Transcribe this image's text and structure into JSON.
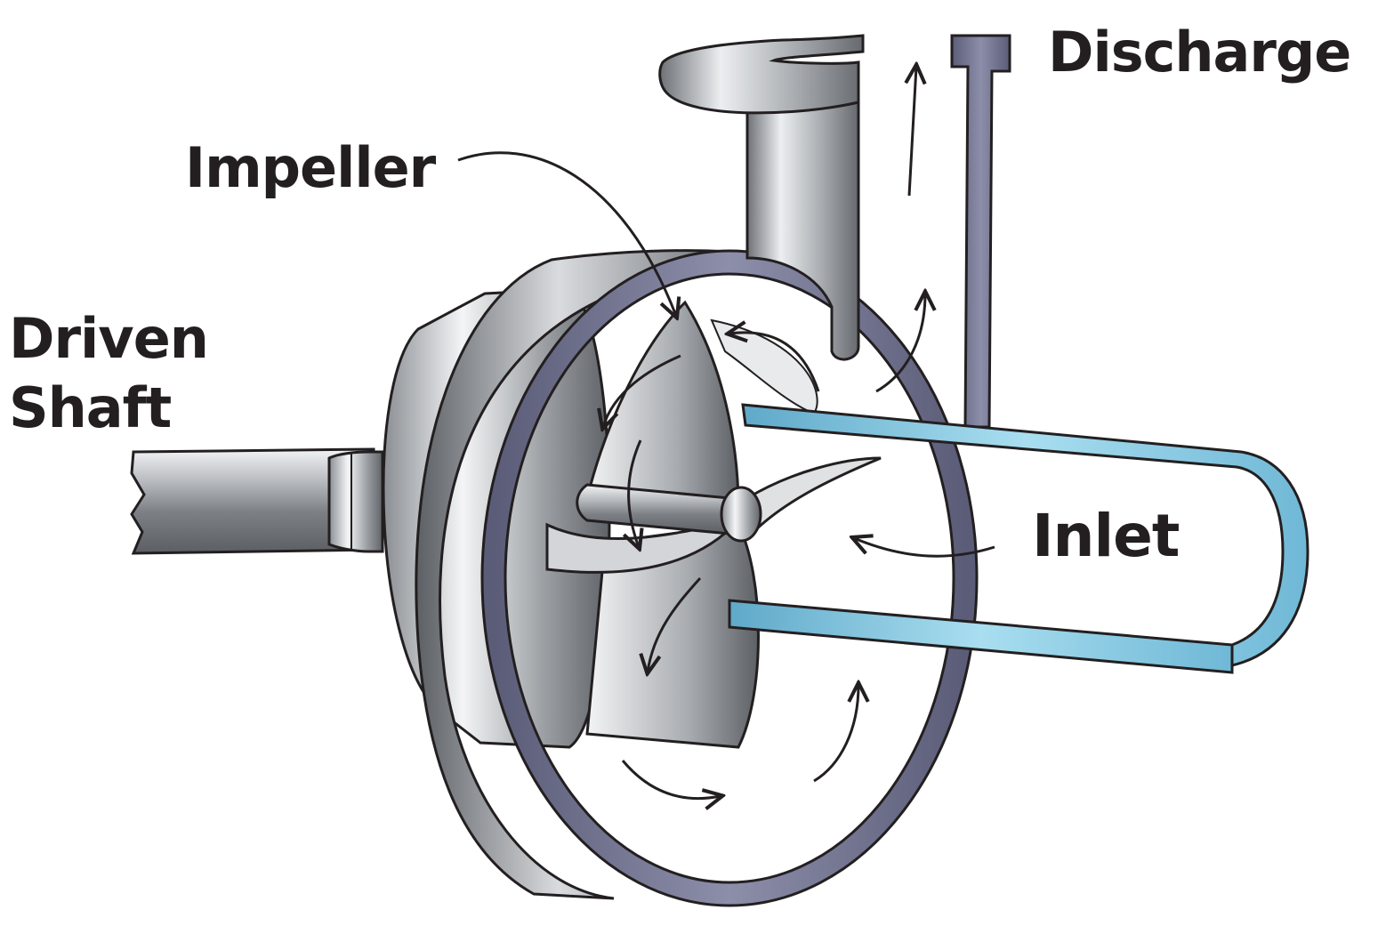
{
  "labels": {
    "discharge": "Discharge",
    "impeller": "Impeller",
    "driven_shaft_line1": "Driven",
    "driven_shaft_line2": "Shaft",
    "inlet": "Inlet"
  },
  "colors": {
    "casing": "#6e6f8c",
    "metal_light": "#e4e6e9",
    "metal_dark": "#6f7378",
    "inlet_pipe": "#7fc6df",
    "arrow": "#231f20",
    "text": "#231f20"
  }
}
